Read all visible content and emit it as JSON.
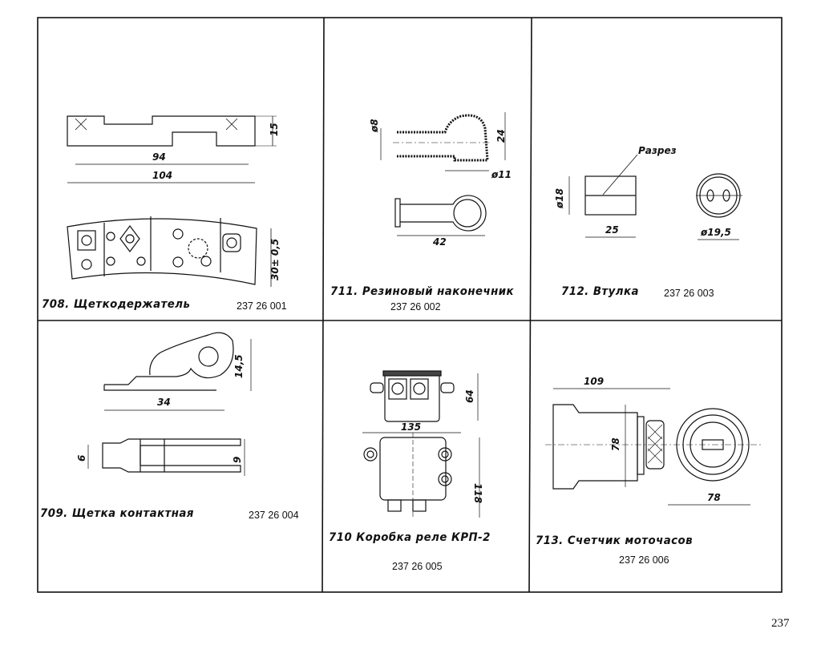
{
  "page_number": "237",
  "items": [
    {
      "title": "708. Щеткодержатель",
      "code": "237 26 001",
      "dims": [
        "15",
        "94",
        "104",
        "30± 0,5"
      ]
    },
    {
      "title": "711. Резиновый наконечник",
      "code": "237 26 002",
      "dims": [
        "ø8",
        "24",
        "ø11",
        "42"
      ]
    },
    {
      "title": "712. Втулка",
      "code": "237 26 003",
      "dims": [
        "Разрез",
        "ø18",
        "25",
        "ø19,5"
      ]
    },
    {
      "title": "709. Щетка контактная",
      "code": "237 26 004",
      "dims": [
        "14,5",
        "34",
        "6",
        "9"
      ]
    },
    {
      "title": "710  Коробка реле КРП-2",
      "code": "237 26 005",
      "dims": [
        "64",
        "135",
        "118"
      ]
    },
    {
      "title": "713. Счетчик моточасов",
      "code": "237 26 006",
      "dims": [
        "109",
        "78",
        "78"
      ]
    }
  ]
}
